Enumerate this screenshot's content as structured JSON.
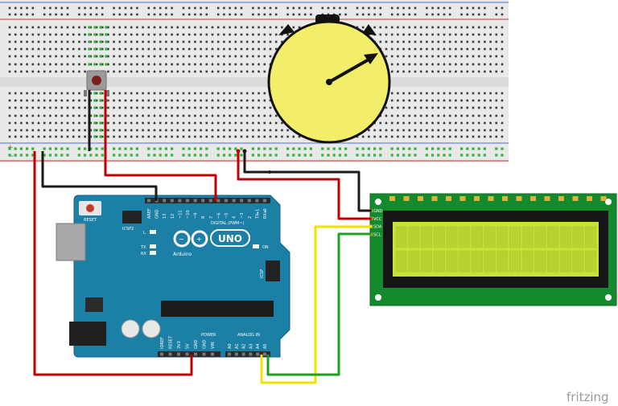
{
  "watermark": "fritzing",
  "arduino": {
    "brand": "Arduino",
    "model": "UNO",
    "reset_label": "RESET",
    "icsp2_label": "ICSP2",
    "icsp_label": "ICSP",
    "on_label": "ON",
    "led_l": "L",
    "led_tx": "TX",
    "led_rx": "RX",
    "digital_label": "DIGITAL (PWM~)",
    "power_label": "POWER",
    "analog_label": "ANALOG IN",
    "digital_pins": [
      "AREF",
      "GND",
      "13",
      "12",
      "~11",
      "~10",
      "~9",
      "8",
      "7",
      "~6",
      "~5",
      "4",
      "~3",
      "2",
      "TX▸1",
      "RX◂0"
    ],
    "power_pins": [
      "IOREF",
      "RESET",
      "3V3",
      "5V",
      "GND",
      "GND",
      "VIN"
    ],
    "analog_pins": [
      "A0",
      "A1",
      "A2",
      "A3",
      "A4",
      "A5"
    ]
  },
  "lcd": {
    "pins": [
      "GND",
      "VCC",
      "SDA",
      "SCL"
    ]
  },
  "colors": {
    "breadboard": "#e9e9e9",
    "rail_red": "#d32f2f",
    "rail_blue": "#4a6fd6",
    "wire_red": "#c00000",
    "wire_black": "#1a1a1a",
    "wire_yellow": "#f2e200",
    "wire_green": "#1fa01f",
    "arduino_blue": "#1b7fa6",
    "pot_yellow": "#f3ee6a",
    "lcd_board": "#148a2e",
    "lcd_screen": "#c9e23a"
  }
}
